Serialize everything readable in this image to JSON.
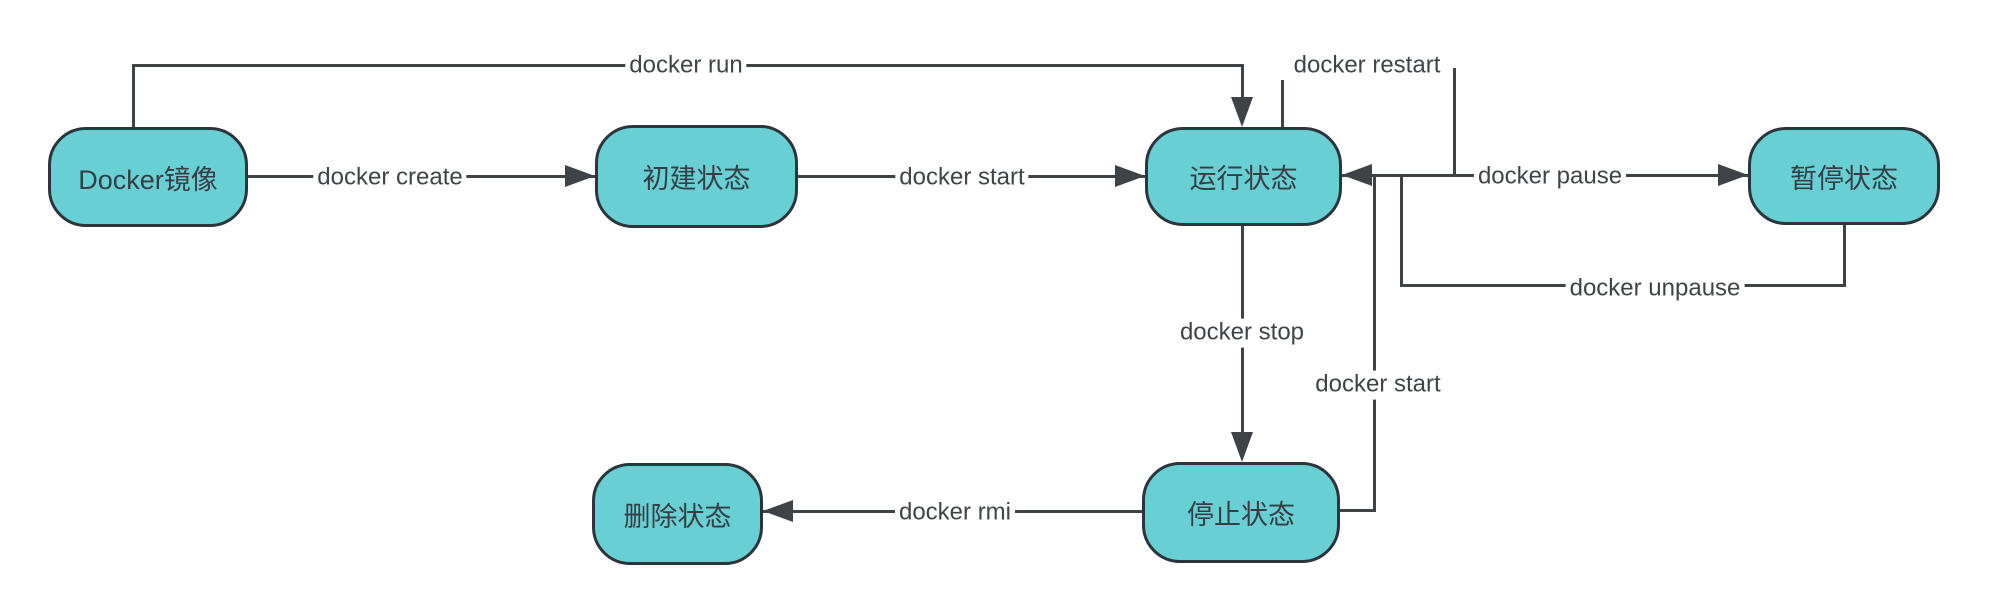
{
  "diagram": {
    "description": "Docker container lifecycle state diagram",
    "colors": {
      "node_fill": "#68d0d4",
      "node_border": "#2c353c",
      "edge_line": "#3e4347",
      "label_text": "#3f4449",
      "background": "#ffffff"
    },
    "nodes": [
      {
        "id": "docker-image",
        "label": "Docker镜像"
      },
      {
        "id": "created",
        "label": "初建状态"
      },
      {
        "id": "running",
        "label": "运行状态"
      },
      {
        "id": "paused",
        "label": "暂停状态"
      },
      {
        "id": "stopped",
        "label": "停止状态"
      },
      {
        "id": "deleted",
        "label": "删除状态"
      }
    ],
    "edges": [
      {
        "id": "docker-create",
        "label": "docker create",
        "from": "docker-image",
        "to": "created"
      },
      {
        "id": "docker-run",
        "label": "docker run",
        "from": "docker-image",
        "to": "running"
      },
      {
        "id": "docker-start-created",
        "label": "docker start",
        "from": "created",
        "to": "running"
      },
      {
        "id": "docker-restart",
        "label": "docker restart",
        "from": "running",
        "to": "running"
      },
      {
        "id": "docker-pause",
        "label": "docker pause",
        "from": "running",
        "to": "paused"
      },
      {
        "id": "docker-unpause",
        "label": "docker unpause",
        "from": "paused",
        "to": "running"
      },
      {
        "id": "docker-stop",
        "label": "docker stop",
        "from": "running",
        "to": "stopped"
      },
      {
        "id": "docker-start-stopped",
        "label": "docker start",
        "from": "stopped",
        "to": "running"
      },
      {
        "id": "docker-rmi",
        "label": "docker rmi",
        "from": "stopped",
        "to": "deleted"
      }
    ]
  }
}
